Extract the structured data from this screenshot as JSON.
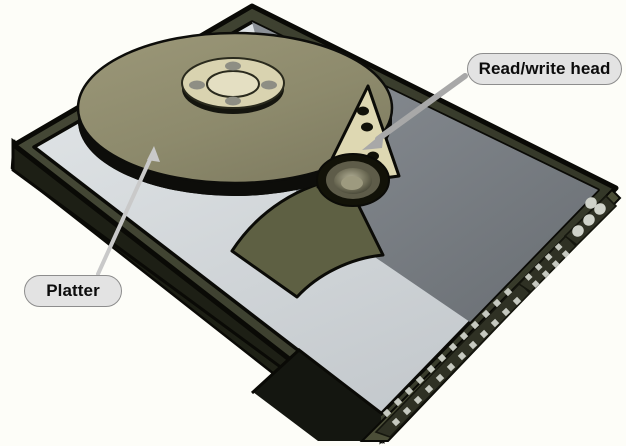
{
  "figure": {
    "subject": "hard-disk-drive-cutaway",
    "background_color": "#fdfdf8"
  },
  "callouts": [
    {
      "id": "read-write-head",
      "label": "Read/write head",
      "fill": "#e3e3e3",
      "border": "#8d8d8d",
      "text_color": "#0c0c0c",
      "leader_color": "#a8a8a8",
      "points_to": "actuator-arm"
    },
    {
      "id": "platter",
      "label": "Platter",
      "fill": "#e3e3e3",
      "border": "#8d8d8d",
      "text_color": "#0c0c0c",
      "leader_color": "#c9c9c9",
      "points_to": "disk-platter"
    }
  ],
  "parts": {
    "chassis_top": "#3d4030",
    "chassis_side": "#23251b",
    "chassis_front": "#1a1c14",
    "base_plate_light": "#d5d9dc",
    "base_plate_dark": "#7c8186",
    "platter_surface": "#8e8b6d",
    "platter_edge": "#0d0d0a",
    "spindle_hub": "#d9d3b0",
    "spindle_inner": "#ded9bb",
    "spindle_screw": "#8e8e84",
    "actuator_arm": "#ded8b2",
    "actuator_hole": "#111108",
    "pivot_outer": "#121208",
    "pivot_ring": "#5e5c49",
    "pivot_center": "#9d9a7f",
    "voice_coil_magnet": "#5e6043",
    "connector_strip": "#4b4e37",
    "connector_pin_block": "#3a3c2c",
    "connector_pin": "#c6c9c0",
    "power_pin": "#cfd2c9",
    "outline": "#0a0a06"
  }
}
